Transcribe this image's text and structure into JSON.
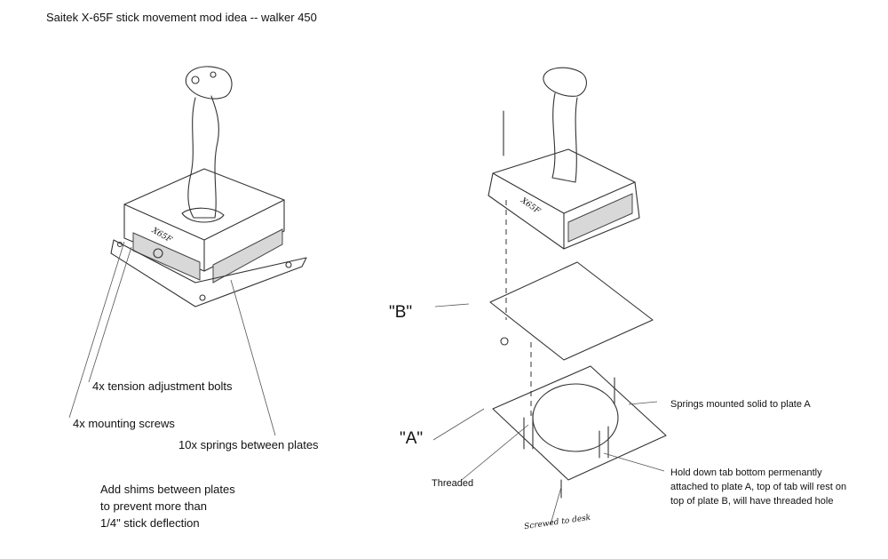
{
  "title": "Saitek X-65F stick movement mod idea -- walker 450",
  "left_labels": {
    "tension_bolts": "4x tension adjustment bolts",
    "mounting_screws": "4x mounting screws",
    "springs": "10x springs between plates",
    "shims": [
      "Add shims between plates",
      "to prevent more than",
      "1/4\" stick deflection"
    ]
  },
  "right_labels": {
    "plate_b": "\"B\"",
    "plate_a": "\"A\"",
    "threaded": "Threaded",
    "springs_mounted": "Springs mounted solid to plate A",
    "hold_down_tab": [
      "Hold down tab bottom  permenantly",
      "attached to plate A, top of tab will rest on",
      "top of plate B, will have threaded hole"
    ],
    "screwed_to_desk": "Screwed to desk",
    "base_marking": "X65F"
  }
}
